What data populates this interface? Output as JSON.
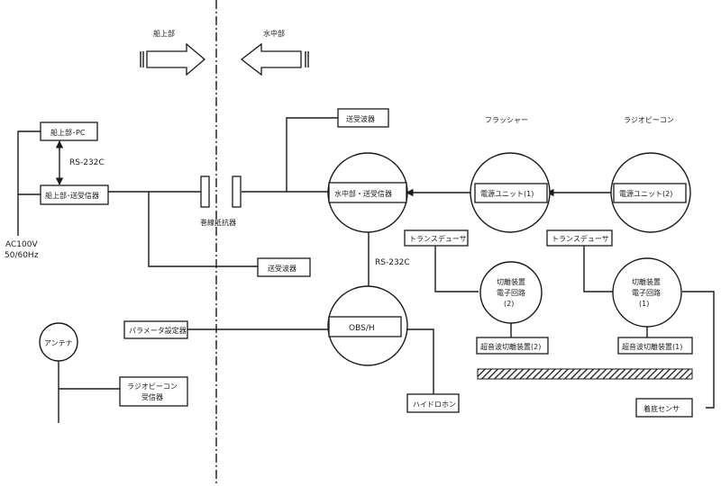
{
  "arrows": {
    "left": "船上部",
    "right": "水中部"
  },
  "boxes": {
    "ship_pc": "船上部･PC",
    "ship_transceiver": "船上部･送受信器",
    "transmitter_top": "送受波器",
    "transmitter_bottom": "送受波器",
    "underwater_transceiver": "水中部・送受信器",
    "power_unit_1": "電源ユニット(1)",
    "power_unit_2": "電源ユニット(2)",
    "transducer_1": "トランスデューサ",
    "transducer_2": "トランスデューサ",
    "obs_h": "OBS/H",
    "param_setter": "パラメータ設定器",
    "hydrophone": "ハイドロホン",
    "radio_receiver_line1": "ラジオビーコン",
    "radio_receiver_line2": "受信器",
    "ultrasonic_release_2": "超音波切離装置(2)",
    "ultrasonic_release_1": "超音波切離装置(1)",
    "bottom_sensor": "着底センサ"
  },
  "labels": {
    "flasher": "フラッシャー",
    "radio_beacon": "ラジオビーコン",
    "rs232c_top": "RS-232C",
    "rs232c_mid": "RS-232C",
    "winding_resistor": "巻線抵抗器",
    "ac_line1": "AC100V",
    "ac_line2": "50/60Hz",
    "antenna": "アンテナ"
  },
  "release_circuits": {
    "left": [
      "切離装置",
      "電子回路",
      "(2)"
    ],
    "right": [
      "切離装置",
      "電子回路",
      "(1)"
    ]
  }
}
